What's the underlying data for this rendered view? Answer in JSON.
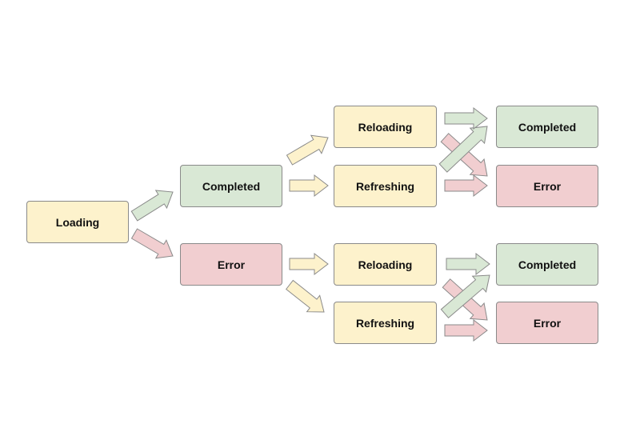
{
  "colors": {
    "loading_fill": "#fdf2cc",
    "completed_fill": "#d9e8d5",
    "error_fill": "#f1ced0",
    "border": "#8a8a8a"
  },
  "nodes": {
    "loading": "Loading",
    "completed": "Completed",
    "error": "Error",
    "completed_reloading": "Reloading",
    "completed_refreshing": "Refreshing",
    "error_reloading": "Reloading",
    "error_refreshing": "Refreshing",
    "top_completed": "Completed",
    "top_error": "Error",
    "bottom_completed": "Completed",
    "bottom_error": "Error"
  }
}
